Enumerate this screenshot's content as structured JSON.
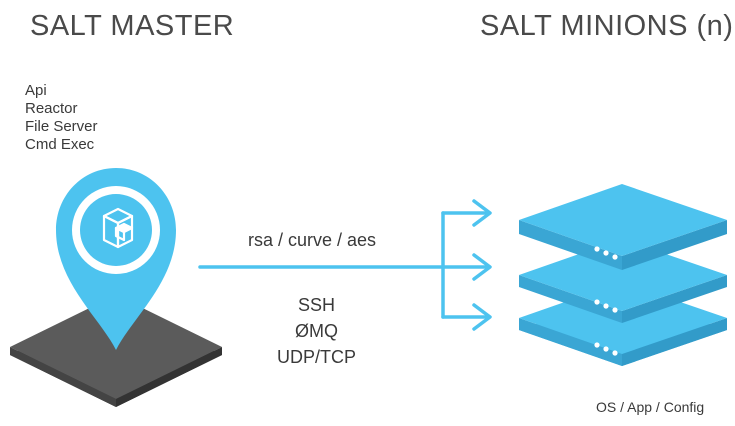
{
  "master": {
    "title": "SALT MASTER",
    "components": [
      "Api",
      "Reactor",
      "File Server",
      "Cmd Exec"
    ],
    "icon": "cube-box-icon"
  },
  "minions": {
    "title": "SALT MINIONS (n)",
    "footer": "OS / App / Config",
    "server_count": 3
  },
  "connection": {
    "encryption": "rsa / curve / aes",
    "transports": [
      "SSH",
      "ØMQ",
      "UDP/TCP"
    ]
  },
  "colors": {
    "accent": "#4dc3ef",
    "accent_dark": "#3aa6d4",
    "dark_platform": "#5a5a5a",
    "dark_platform_side": "#3d3d3d"
  }
}
